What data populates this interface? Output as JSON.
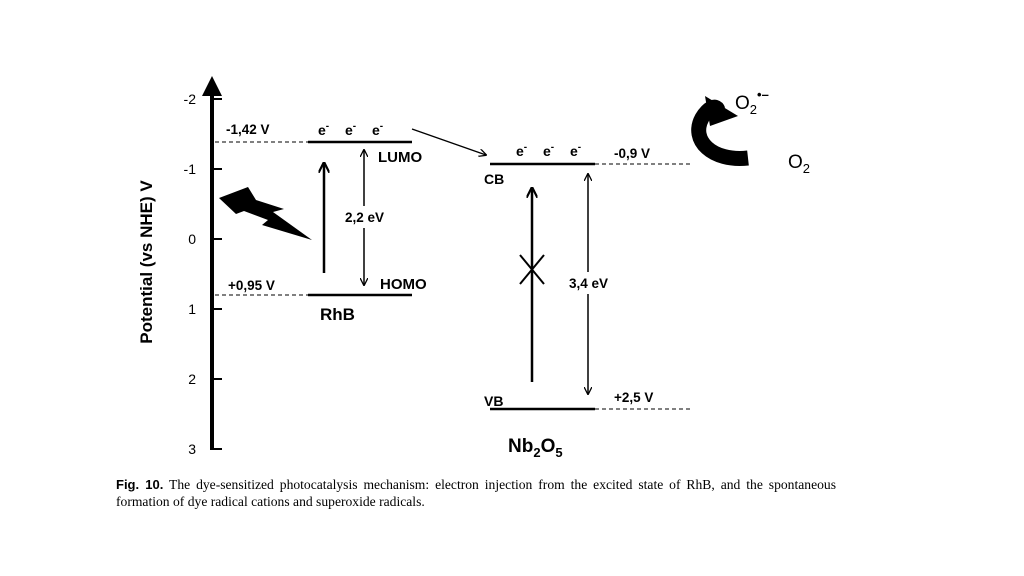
{
  "y_axis": {
    "label": "Potential (vs NHE) V",
    "ticks": [
      "-2",
      "-1",
      "0",
      "1",
      "2",
      "3"
    ]
  },
  "rhb": {
    "name": "RhB",
    "lumo_label": "LUMO",
    "homo_label": "HOMO",
    "lumo_potential": "-1,42 V",
    "homo_potential": "+0,95 V",
    "gap": "2,2 eV",
    "electrons": [
      "e",
      "e",
      "e"
    ],
    "electron_charge": "-"
  },
  "nb2o5": {
    "name_base": "Nb",
    "name_sub1": "2",
    "name_mid": "O",
    "name_sub2": "5",
    "cb_label": "CB",
    "vb_label": "VB",
    "cb_potential": "-0,9 V",
    "vb_potential": "+2,5 V",
    "gap": "3,4 eV",
    "electrons": [
      "e",
      "e",
      "e"
    ],
    "electron_charge": "-"
  },
  "oxygen": {
    "o2_base": "O",
    "o2_sub": "2",
    "superoxide_sup": "•–"
  },
  "caption": {
    "fig_label": "Fig. 10.",
    "text": "The dye-sensitized photocatalysis mechanism: electron injection from the excited state of RhB, and the spontaneous formation of dye radical cations and superoxide radicals."
  }
}
